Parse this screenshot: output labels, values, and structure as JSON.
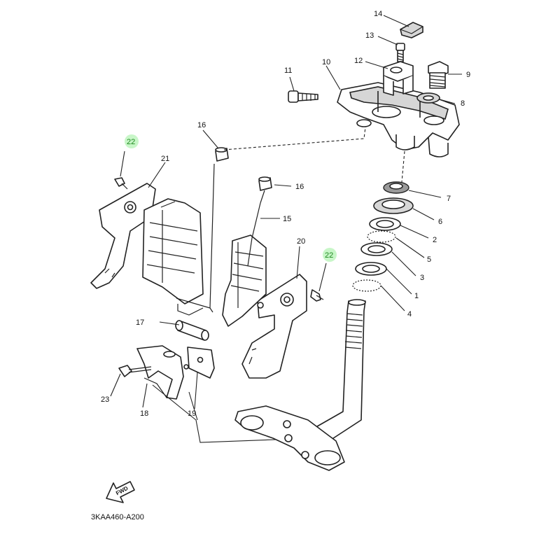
{
  "diagram_code": "3KAA460-A200",
  "fwd_label": "FWD",
  "callouts": {
    "c1": "1",
    "c2": "2",
    "c3": "3",
    "c4": "4",
    "c5": "5",
    "c6": "6",
    "c7": "7",
    "c8": "8",
    "c9": "9",
    "c10": "10",
    "c11": "11",
    "c12": "12",
    "c13": "13",
    "c14": "14",
    "c15": "15",
    "c16a": "16",
    "c16b": "16",
    "c17": "17",
    "c18": "18",
    "c19": "19",
    "c20": "20",
    "c21": "21",
    "c22a": "22",
    "c22b": "22",
    "c23": "23"
  },
  "colors": {
    "line": "#222222",
    "highlight": "#b6f3b6",
    "highlight_text": "#1f8a1f"
  }
}
